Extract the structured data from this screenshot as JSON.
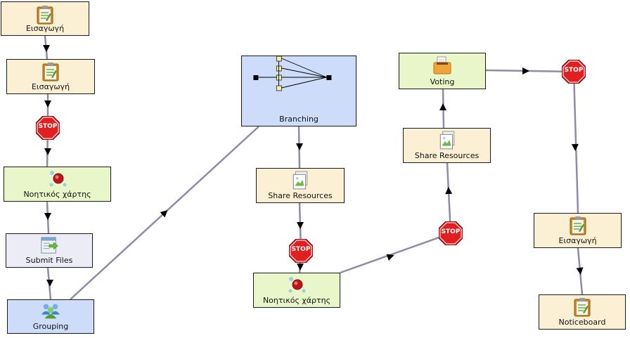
{
  "colors": {
    "intro": "#fcf0d4",
    "green": "#e9f6c9",
    "lavender": "#ececf6",
    "blue": "#ccdcf9",
    "stop": "#e02020",
    "line": "#8c8ca6"
  },
  "nodes": [
    {
      "id": "n1",
      "label": "Εισαγωγή",
      "kind": "intro",
      "icon": "clipboard-icon"
    },
    {
      "id": "n2",
      "label": "Εισαγωγή",
      "kind": "intro",
      "icon": "clipboard-icon"
    },
    {
      "id": "n3",
      "label": "Νοητικός χάρτης",
      "kind": "green",
      "icon": "mindmap-icon"
    },
    {
      "id": "n4",
      "label": "Submit Files",
      "kind": "lavender",
      "icon": "submit-files-icon"
    },
    {
      "id": "n5",
      "label": "Grouping",
      "kind": "blue",
      "icon": "people-icon"
    },
    {
      "id": "n6",
      "label": "Branching",
      "kind": "blue",
      "icon": "branching-icon"
    },
    {
      "id": "n7",
      "label": "Share Resources",
      "kind": "intro",
      "icon": "share-resources-icon"
    },
    {
      "id": "n8",
      "label": "Νοητικός χάρτης",
      "kind": "green",
      "icon": "mindmap-icon"
    },
    {
      "id": "n9",
      "label": "Share Resources",
      "kind": "intro",
      "icon": "share-resources-icon"
    },
    {
      "id": "n10",
      "label": "Voting",
      "kind": "green",
      "icon": "voting-icon"
    },
    {
      "id": "n11",
      "label": "Εισαγωγή",
      "kind": "intro",
      "icon": "clipboard-icon"
    },
    {
      "id": "n12",
      "label": "Noticeboard",
      "kind": "intro",
      "icon": "clipboard-icon"
    }
  ],
  "stops": [
    {
      "id": "s1",
      "label": "STOP"
    },
    {
      "id": "s2",
      "label": "STOP"
    },
    {
      "id": "s3",
      "label": "STOP"
    },
    {
      "id": "s4",
      "label": "STOP"
    }
  ]
}
